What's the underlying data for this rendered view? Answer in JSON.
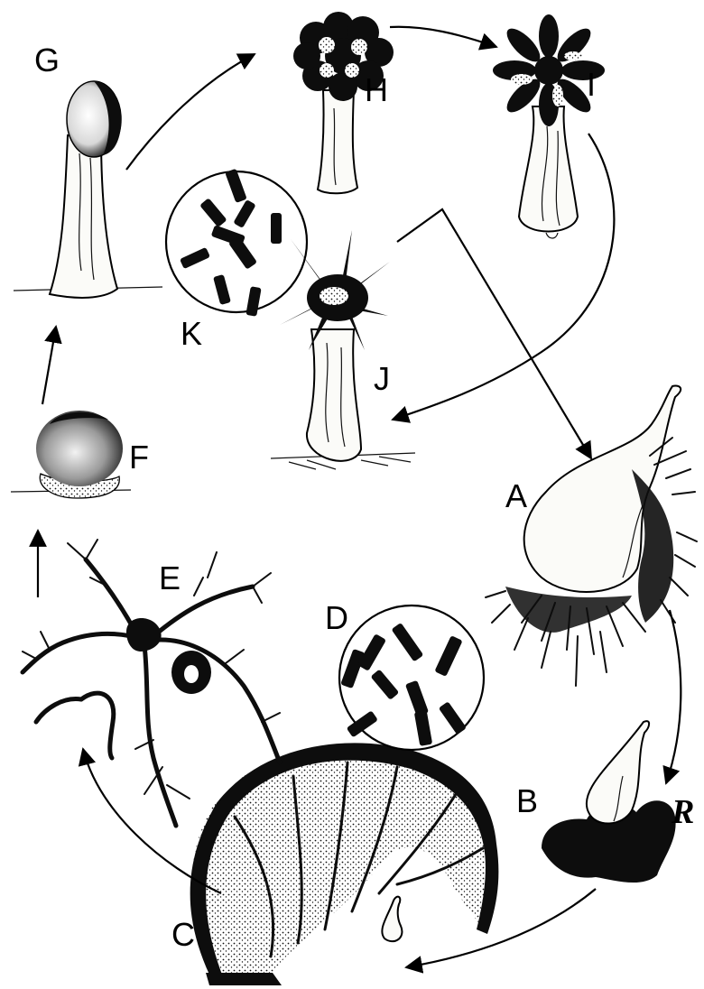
{
  "diagram": {
    "labels": {
      "a": "A",
      "b": "B",
      "c": "C",
      "d": "D",
      "e": "E",
      "f": "F",
      "g": "G",
      "h": "H",
      "i": "I",
      "j": "J",
      "k": "K",
      "mark": "R"
    },
    "colors": {
      "ink": "#0d0d0d",
      "paper": "#fbfbf8"
    }
  }
}
